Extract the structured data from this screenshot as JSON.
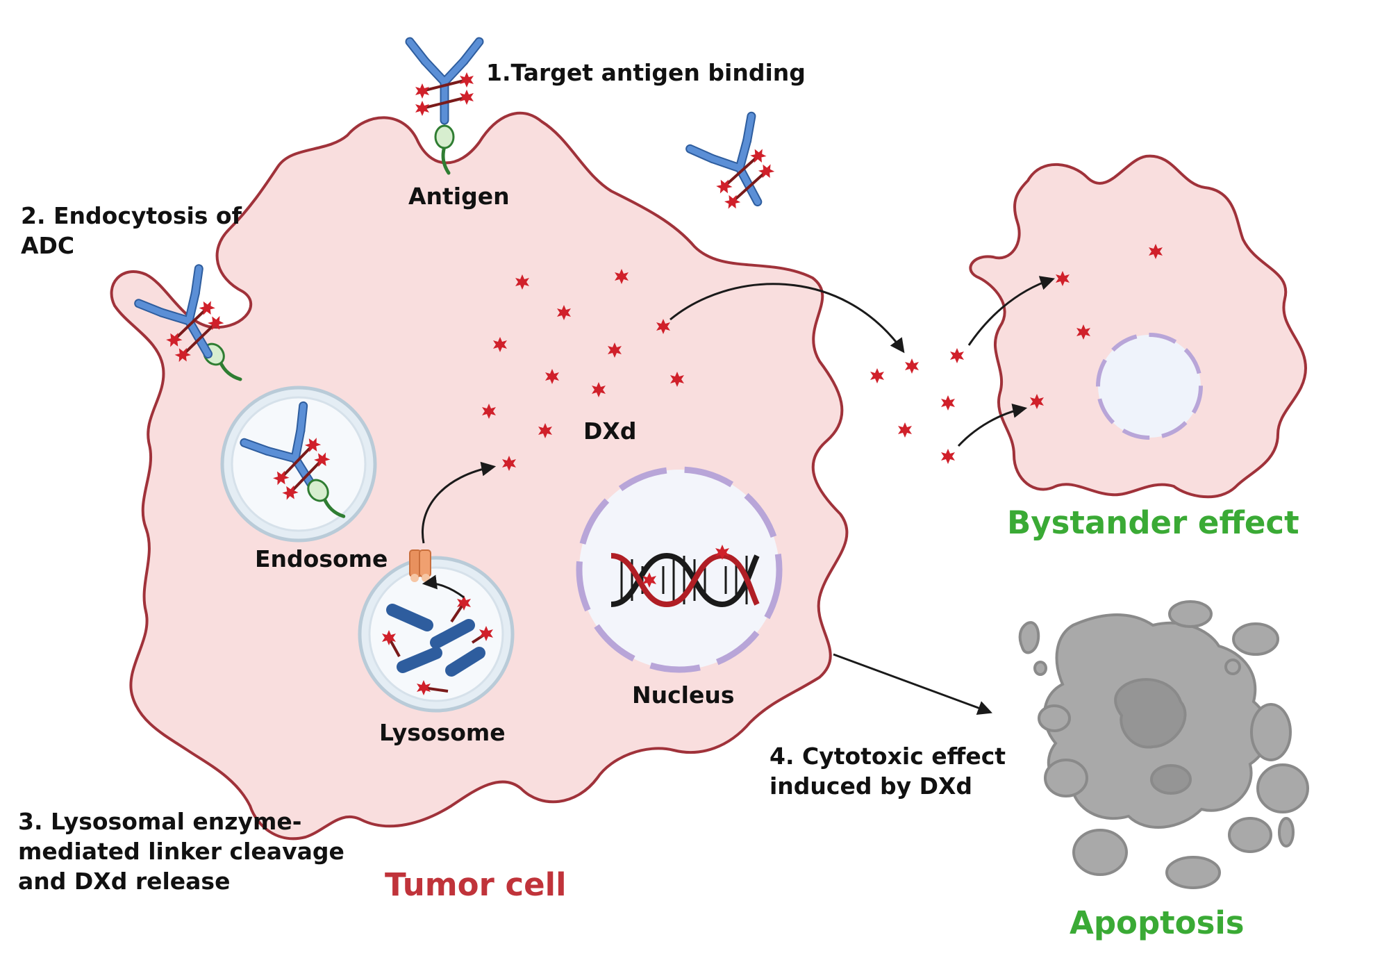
{
  "steps": {
    "step1": "1.Target antigen binding",
    "step2": [
      "2. Endocytosis of",
      "ADC"
    ],
    "step3": [
      "3. Lysosomal enzyme-",
      "mediated linker cleavage",
      "and DXd release"
    ],
    "step4": [
      "4. Cytotoxic effect",
      "induced by DXd"
    ]
  },
  "labels": {
    "antigen": "Antigen",
    "endosome": "Endosome",
    "lysosome": "Lysosome",
    "nucleus": "Nucleus",
    "dxd": "DXd",
    "tumor_cell": "Tumor cell",
    "bystander": "Bystander effect",
    "apoptosis": "Apoptosis"
  },
  "colors": {
    "cell_fill": "#f9dede",
    "cell_stroke": "#a0323a",
    "antibody": "#3f72b8",
    "payload": "#d0202a",
    "antigen": "#2f7d32",
    "tumor_label": "#c0333a",
    "green_label": "#3aaa35",
    "apoptotic": "#a9a9a9"
  }
}
